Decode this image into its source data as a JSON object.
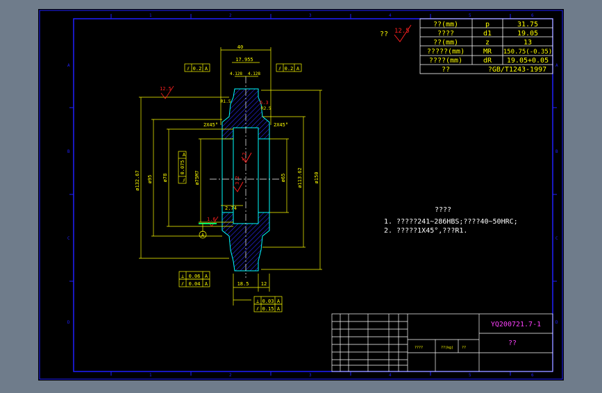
{
  "colors": {
    "background": "#000000",
    "frame": "#2020ff",
    "dimension": "#ffff00",
    "part": "#00ffff",
    "hatch": "#2a2aff",
    "roughness": "#ff2020",
    "title_magenta": "#ff40ff",
    "table_text": "#ffffff",
    "datum": "#00ff66"
  },
  "gear_table": {
    "rows": [
      {
        "name": "??(mm)",
        "symbol": "p",
        "value": "31.75"
      },
      {
        "name": "????",
        "symbol": "d1",
        "value": "19.05"
      },
      {
        "name": "??(mm)",
        "symbol": "z",
        "value": "13"
      },
      {
        "name": "?????(mm)",
        "symbol": "MR",
        "value": "150.75(-0.35)"
      },
      {
        "name": "????(mm)",
        "symbol": "dR",
        "value": "19.05+0.05"
      },
      {
        "name": "??",
        "symbol": "",
        "value": "?GB/T1243-1997"
      }
    ]
  },
  "roughness": {
    "other_label": "??",
    "other_value": "12.5",
    "top_value": "12.5",
    "values": [
      "6.3",
      "3.2",
      "3.2",
      "1.6"
    ]
  },
  "dimensions": {
    "width_40": "40",
    "bore_keyway": "17.955",
    "key_left": "4.128",
    "key_right": "4.128",
    "d132": "ø132.67",
    "d95": "ø95",
    "d78": "ø78",
    "d75": "ø75M7",
    "d65": "ø65",
    "d113": "ø113.62",
    "d150": "ø150",
    "r1": "R1.5",
    "r2": "R2.5",
    "chamfer_left": "2X45°",
    "chamfer_right": "2X45°",
    "step_274": "2.74",
    "d185": "18.5",
    "d12": "12",
    "datum": "A"
  },
  "tolerances": {
    "top_left": {
      "symbol": "⫽",
      "value": "0.2",
      "datum": "A"
    },
    "top_right": {
      "symbol": "⫽",
      "value": "0.2",
      "datum": "A"
    },
    "bore": {
      "symbol": "⫽",
      "value": "0.075",
      "datum": "A"
    },
    "bottom_1": {
      "symbol": "⊥",
      "value": "0.06",
      "datum": "A"
    },
    "bottom_2": {
      "symbol": "⫽",
      "value": "0.04",
      "datum": "A"
    },
    "bottom_3": {
      "symbol": "⊥",
      "value": "0.03",
      "datum": "A"
    },
    "bottom_4": {
      "symbol": "⫽",
      "value": "0.15",
      "datum": "A"
    }
  },
  "notes": {
    "title": "????",
    "line1": "1. ?????241~286HBS;????40~50HRC;",
    "line2": "2. ?????1X45°,???R1."
  },
  "title_block": {
    "drawing_no": "YQ200721.7-1",
    "part_name": "??",
    "cell_a": "????",
    "cell_b": "??(kg)",
    "cell_c": "??"
  },
  "zone_letters": [
    "A",
    "B",
    "C",
    "D"
  ],
  "zone_numbers": [
    "1",
    "2",
    "3",
    "4",
    "5",
    "6"
  ]
}
